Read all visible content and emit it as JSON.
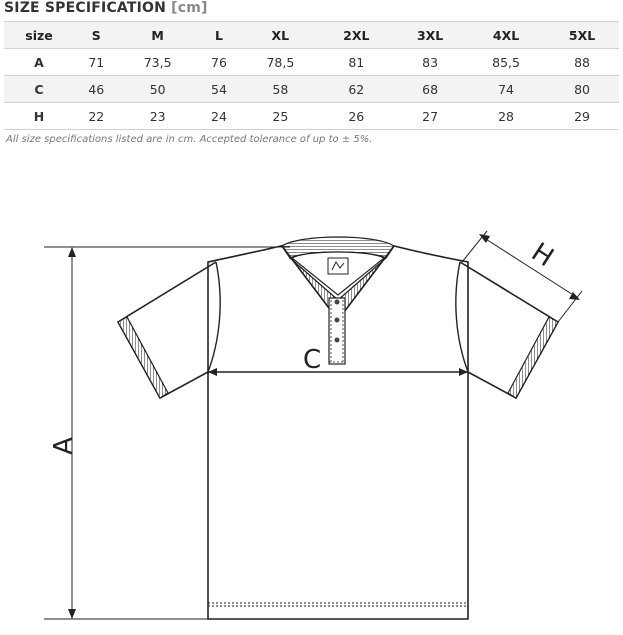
{
  "title": {
    "main": "SIZE SPECIFICATION",
    "unit": "[cm]"
  },
  "table": {
    "header": [
      "size",
      "S",
      "M",
      "L",
      "XL",
      "2XL",
      "3XL",
      "4XL",
      "5XL"
    ],
    "rows": [
      {
        "label": "A",
        "values": [
          "71",
          "73,5",
          "76",
          "78,5",
          "81",
          "83",
          "85,5",
          "88"
        ]
      },
      {
        "label": "C",
        "values": [
          "46",
          "50",
          "54",
          "58",
          "62",
          "68",
          "74",
          "80"
        ]
      },
      {
        "label": "H",
        "values": [
          "22",
          "23",
          "24",
          "25",
          "26",
          "27",
          "28",
          "29"
        ]
      }
    ]
  },
  "note": "All size specifications listed are in cm. Accepted tolerance of up to ± 5%.",
  "diagram": {
    "label_a": "A",
    "label_c": "C",
    "label_h": "H"
  }
}
